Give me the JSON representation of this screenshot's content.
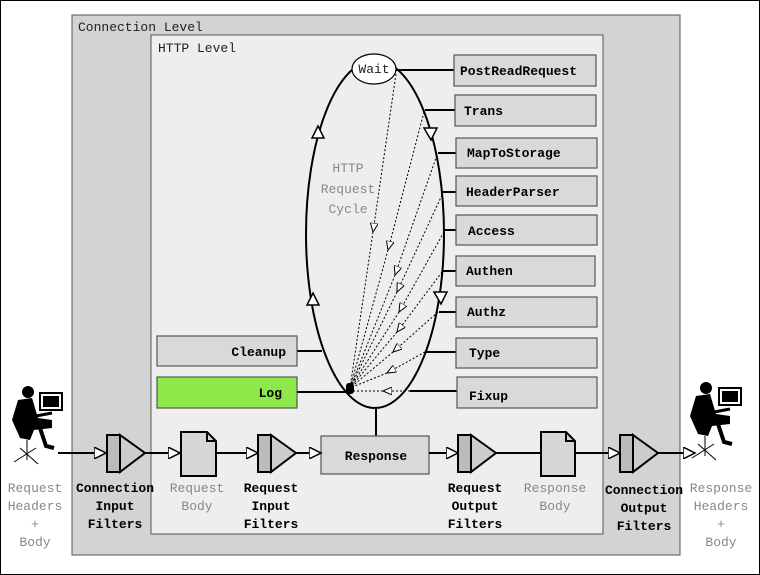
{
  "levels": {
    "connection": "Connection Level",
    "http": "HTTP Level"
  },
  "cycle": {
    "wait": "Wait",
    "label": [
      "HTTP",
      "Request",
      "Cycle"
    ]
  },
  "phases": [
    "PostReadRequest",
    "Trans",
    "MapToStorage",
    "HeaderParser",
    "Access",
    "Authen",
    "Authz",
    "Type",
    "Fixup"
  ],
  "left_phases": {
    "cleanup": "Cleanup",
    "log": "Log"
  },
  "response": "Response",
  "colors": {
    "log": "#8ee84a",
    "connection_bg": "#d3d3d3",
    "http_bg": "#eeeeee",
    "box": "#d9d9d9"
  },
  "flow": {
    "request_headers": [
      "Request",
      "Headers",
      "+",
      "Body"
    ],
    "connection_input_filters": [
      "Connection",
      "Input",
      "Filters"
    ],
    "request_body": [
      "Request",
      "Body"
    ],
    "request_input_filters": [
      "Request",
      "Input",
      "Filters"
    ],
    "request_output_filters": [
      "Request",
      "Output",
      "Filters"
    ],
    "response_body": [
      "Response",
      "Body"
    ],
    "connection_output_filters": [
      "Connection",
      "Output",
      "Filters"
    ],
    "response_headers": [
      "Response",
      "Headers",
      "+",
      "Body"
    ]
  }
}
